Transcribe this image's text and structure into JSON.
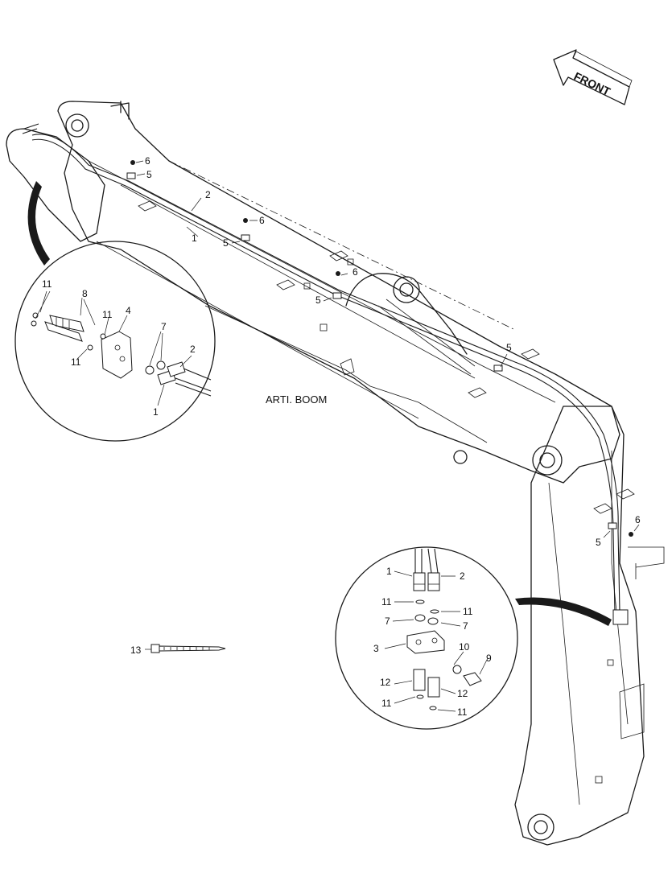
{
  "direction_label": "FRONT",
  "assembly_title": "ARTI. BOOM",
  "callouts": {
    "hose_1": "1",
    "hose_2": "2",
    "bracket_3": "3",
    "bracket_4": "4",
    "clamp_5": "5",
    "bolt_6": "6",
    "seal_7": "7",
    "adapter_8": "8",
    "bolt_9": "9",
    "washer_10": "10",
    "oring_11": "11",
    "adapter_12": "12",
    "cable_tie_13": "13"
  },
  "icons": {
    "front_arrow": "front-arrow-icon",
    "cable_tie": "cable-tie-icon"
  }
}
